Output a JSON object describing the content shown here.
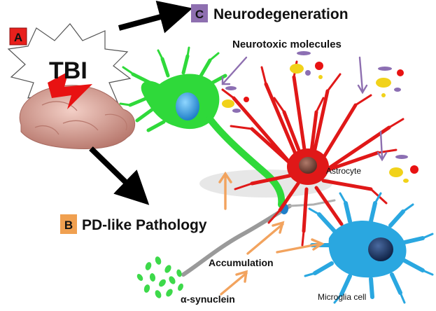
{
  "panels": {
    "a": {
      "letter": "A",
      "badge_color": "#e8201c",
      "label": "TBI"
    },
    "b": {
      "letter": "B",
      "badge_color": "#f0a050",
      "label": "PD-like Pathology"
    },
    "c": {
      "letter": "C",
      "badge_color": "#8e6fb0",
      "label": "Neurodegeneration"
    }
  },
  "labels": {
    "neurotoxic": "Neurotoxic molecules",
    "astrocyte": "Astrocyte",
    "accumulation": "Accumulation",
    "synuclein": "α-synuclein",
    "microglia": "Microglia cell"
  },
  "colors": {
    "neuron": "#2fd93a",
    "astrocyte": "#e01818",
    "microglia": "#2aa7e0",
    "arrow_orange": "#f2a35e",
    "arrow_purple": "#8e6fb0",
    "arrow_black": "#000000",
    "brain": "#d9a49a"
  },
  "icons": [
    "lightning-bolt-icon",
    "brain-illustration",
    "neuron-cell",
    "astrocyte-cell",
    "microglia-cell"
  ]
}
